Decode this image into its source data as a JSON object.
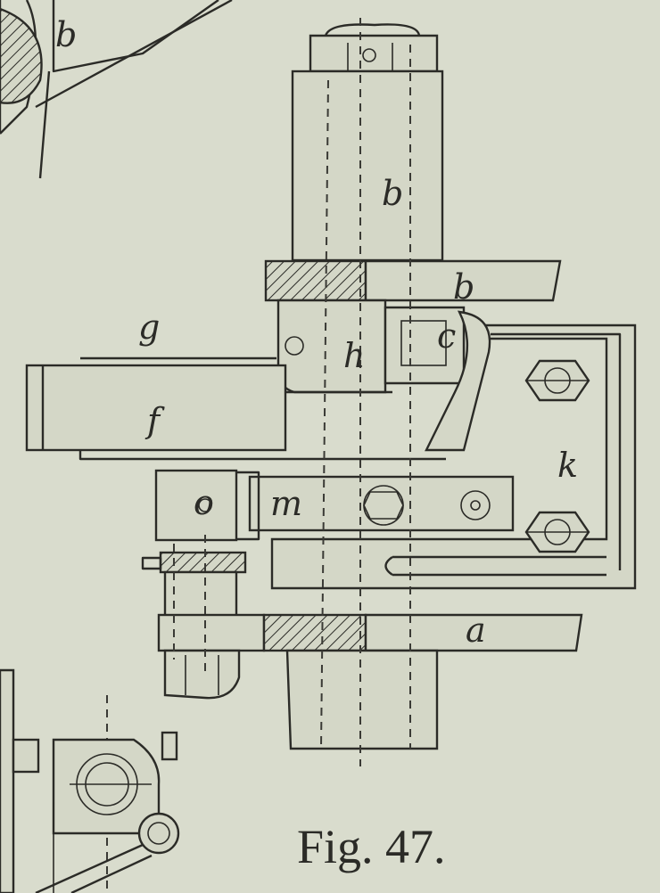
{
  "figure": {
    "caption": "Fig. 47.",
    "labels": {
      "top_left_b": "b",
      "shaft_b": "b",
      "plate_b": "b",
      "collar_h": "h",
      "block_c": "c",
      "arm_g": "g",
      "arm_f": "f",
      "bracket_k": "k",
      "lever_m": "m",
      "block_o": "o",
      "base_a": "a"
    }
  }
}
